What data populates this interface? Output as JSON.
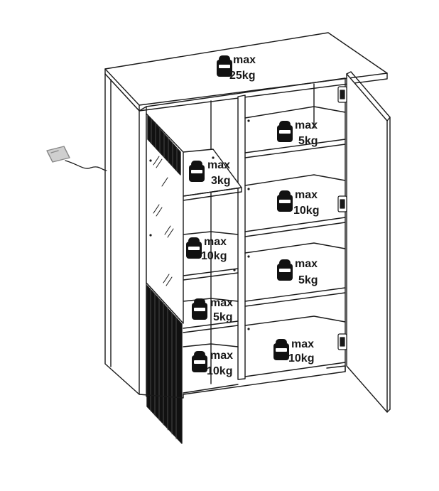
{
  "title": "",
  "load_labels": [
    {
      "id": "top",
      "max": "max",
      "weight": "25kg"
    },
    {
      "id": "glass-shelf",
      "max": "max",
      "weight": "3kg"
    },
    {
      "id": "left-mid",
      "max": "max",
      "weight": "10kg"
    },
    {
      "id": "left-lower",
      "max": "max",
      "weight": "5kg"
    },
    {
      "id": "left-bottom",
      "max": "max",
      "weight": "10kg"
    },
    {
      "id": "right-1",
      "max": "max",
      "weight": "5kg"
    },
    {
      "id": "right-2",
      "max": "max",
      "weight": "10kg"
    },
    {
      "id": "right-3",
      "max": "max",
      "weight": "5kg"
    },
    {
      "id": "right-bottom",
      "max": "max",
      "weight": "10kg"
    }
  ],
  "colors": {
    "line": "#1a1a1a",
    "slat_panel": "#111111",
    "plug": "#cfcfcf"
  },
  "icons": [
    "weight-icon",
    "power-plug-icon",
    "hinge-icon"
  ]
}
